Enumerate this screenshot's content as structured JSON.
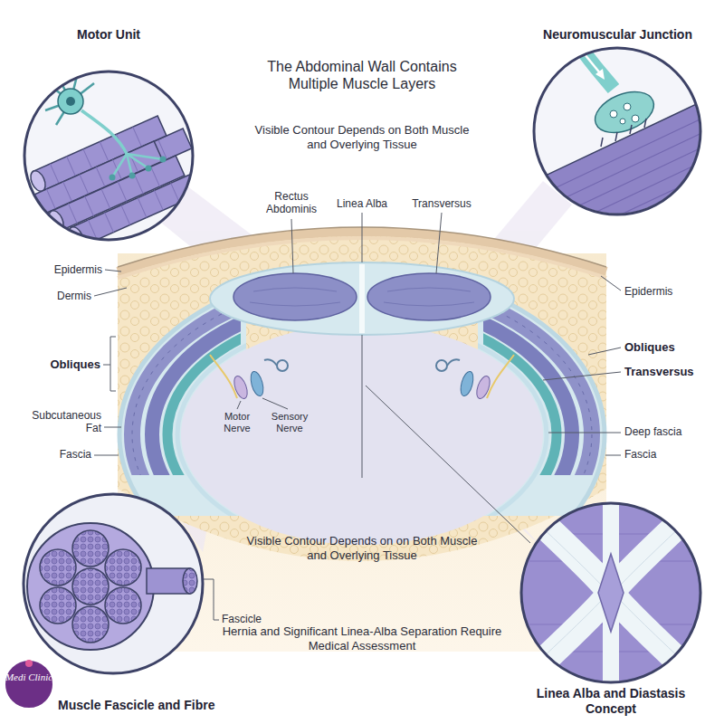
{
  "diagram": {
    "title": "The Abdominal Wall Contains Multiple Muscle Layers",
    "nodes": [
      {
        "text": [
          "Motor Unit"
        ]
      },
      {
        "text": [
          "Neuromuscular Junction"
        ]
      },
      {
        "text": [
          "Muscle Fascicle and Fibre"
        ]
      },
      {
        "text": [
          "Linea Alba and Diastasis Concept"
        ]
      }
    ],
    "labels": [
      "Visible Contour Depends on Both Muscle and Overlying Tissue",
      "Rectus Abdominis",
      "Linea Alba",
      "Transversus",
      "Epidermis",
      "Dermis",
      "Epidermis",
      "Obliques",
      "Obliques",
      "Transversus",
      "Subcutaneous Fat",
      "Motor Nerve",
      "Sensory Nerve",
      "Deep fascia",
      "Fascia",
      "Fascia",
      "Visible Contour Depends on on Both Muscle and Overlying Tissue",
      "Fascicle",
      "Hernia and Significant Linea-Alba Separation Require Medical Assessment",
      "Medi Clinic"
    ]
  }
}
